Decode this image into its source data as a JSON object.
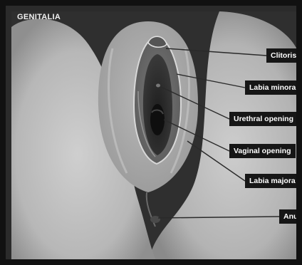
{
  "figure": {
    "title": "GENITALIA"
  },
  "labels": {
    "clitoris": "Clitoris",
    "labia_minora": "Labia minora",
    "urethral_opening": "Urethral opening",
    "vaginal_opening": "Vaginal opening",
    "labia_majora": "Labia majora",
    "anus": "Anus"
  }
}
